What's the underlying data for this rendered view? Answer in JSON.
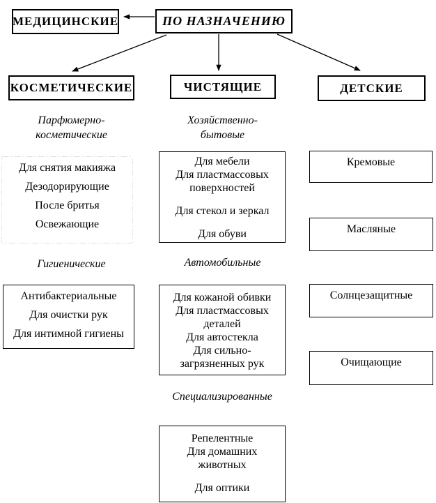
{
  "colors": {
    "line": "#000000",
    "background": "#ffffff"
  },
  "root": {
    "label": "ПО НАЗНАЧЕНИЮ"
  },
  "top_level": {
    "medical": "МЕДИЦИНСКИЕ",
    "cosmetic": "КОСМЕТИЧЕСКИЕ",
    "cleaning": "ЧИСТЯЩИЕ",
    "children": "ДЕТСКИЕ"
  },
  "cosmetic_column": {
    "perfume_label": [
      "Парфюмерно-",
      "косметические"
    ],
    "perfume_items": [
      "Для снятия макияжа",
      "Дезодорирующие",
      "После бритья",
      "Освежающие"
    ],
    "hygienic_label": "Гигиенические",
    "hygienic_items": [
      "Антибактериальные",
      "Для очистки рук",
      "Для интимной гигиены"
    ]
  },
  "cleaning_column": {
    "household_label": [
      "Хозяйственно-",
      "бытовые"
    ],
    "household_items": [
      "Для мебели",
      "Для пластмассовых",
      "поверхностей",
      "",
      "Для стекол и зеркал",
      "",
      "Для обуви"
    ],
    "automotive_label": "Автомобильные",
    "automotive_items": [
      "Для кожаной обивки",
      "Для пластмассовых",
      "деталей",
      "Для автостекла",
      "Для сильно-",
      "загрязненных рук"
    ],
    "specialized_label": "Специализированные",
    "specialized_items": [
      "Репелентные",
      "Для домашних",
      "животных",
      "",
      "Для оптики"
    ]
  },
  "children_column": {
    "items": [
      "Кремовые",
      "Масляные",
      "Солнцезащитные",
      "Очищающие"
    ]
  }
}
